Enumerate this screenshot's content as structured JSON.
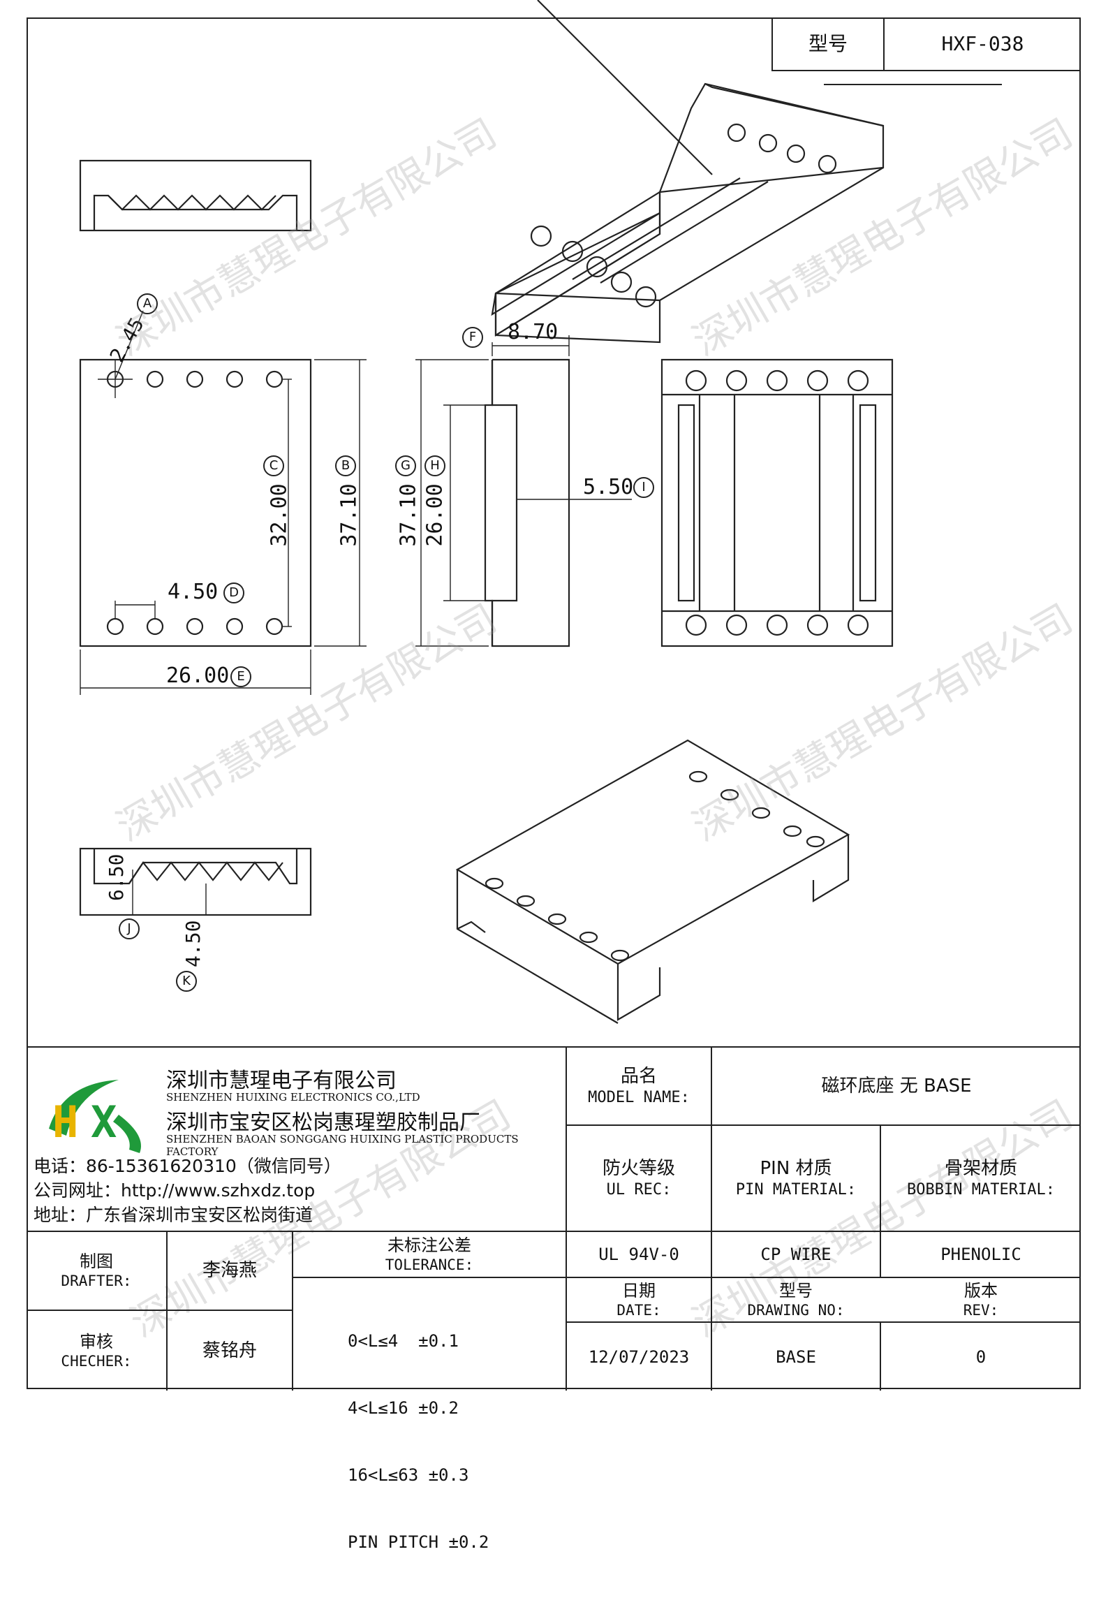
{
  "model_box": {
    "label": "型号",
    "value": "HXF-038"
  },
  "drawing": {
    "dims": {
      "a": "2.45",
      "b": "37.10",
      "c": "32.00",
      "d": "4.50",
      "e": "26.00",
      "f": "8.70",
      "g": "37.10",
      "h": "26.00",
      "i": "5.50",
      "j": "6.50",
      "k": "4.50"
    },
    "markers": {
      "a": "A",
      "b": "B",
      "c": "C",
      "d": "D",
      "e": "E",
      "f": "F",
      "g": "G",
      "h": "H",
      "i": "I",
      "j": "J",
      "k": "K"
    }
  },
  "company": {
    "name_cn": "深圳市慧瑆电子有限公司",
    "name_en": "SHENZHEN HUIXING ELECTRONICS CO.,LTD",
    "factory_cn": "深圳市宝安区松岗惠瑆塑胶制品厂",
    "factory_en": "SHENZHEN BAOAN SONGGANG HUIXING PLASTIC PRODUCTS FACTORY",
    "phone": "电话：86-15361620310（微信同号）",
    "website": "公司网址：http://www.szhxdz.top",
    "address": "地址：广东省深圳市宝安区松岗街道",
    "logo_text": "HX"
  },
  "watermark": "深圳市慧瑆电子有限公司",
  "title_block": {
    "model_name_cn": "品名",
    "model_name_en": "MODEL NAME:",
    "model_name_value": "磁环底座 无 BASE",
    "ul_cn": "防火等级",
    "ul_en": "UL REC:",
    "pin_cn": "PIN 材质",
    "pin_en": "PIN MATERIAL:",
    "bobbin_cn": "骨架材质",
    "bobbin_en": "BOBBIN MATERIAL:",
    "ul_value": "UL 94V-0",
    "pin_value": "CP WIRE",
    "bobbin_value": "PHENOLIC",
    "drafter_cn": "制图",
    "drafter_en": "DRAFTER:",
    "drafter_name": "李海燕",
    "checker_cn": "审核",
    "checker_en": "CHECHER:",
    "checker_name": "蔡铭舟",
    "tolerance_cn": "未标注公差",
    "tolerance_en": "TOLERANCE:",
    "tolerances": [
      "0<L≤4  ±0.1",
      "4<L≤16 ±0.2",
      "16<L≤63 ±0.3",
      "PIN PITCH ±0.2"
    ],
    "date_cn": "日期",
    "date_en": "DATE:",
    "date_value": "12/07/2023",
    "drawing_cn": "型号",
    "drawing_en": "DRAWING NO:",
    "drawing_value": "BASE",
    "rev_cn": "版本",
    "rev_en": "REV:",
    "rev_value": "0"
  },
  "colors": {
    "line": "#222222",
    "logo_green": "#1f9a3a",
    "logo_yellow": "#e8b400"
  }
}
